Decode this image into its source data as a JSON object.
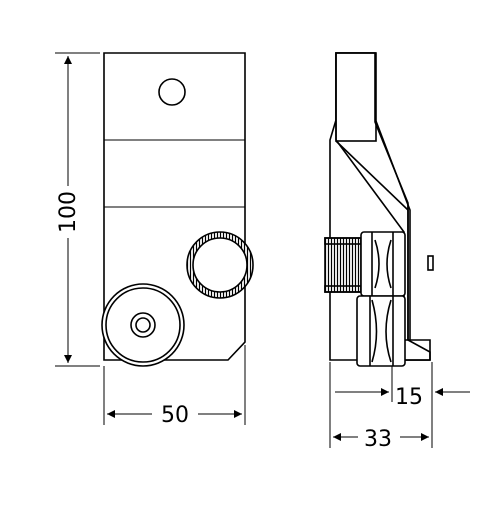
{
  "dimensions": {
    "height": "100",
    "width": "50",
    "depth_inner": "15",
    "depth_total": "33"
  }
}
